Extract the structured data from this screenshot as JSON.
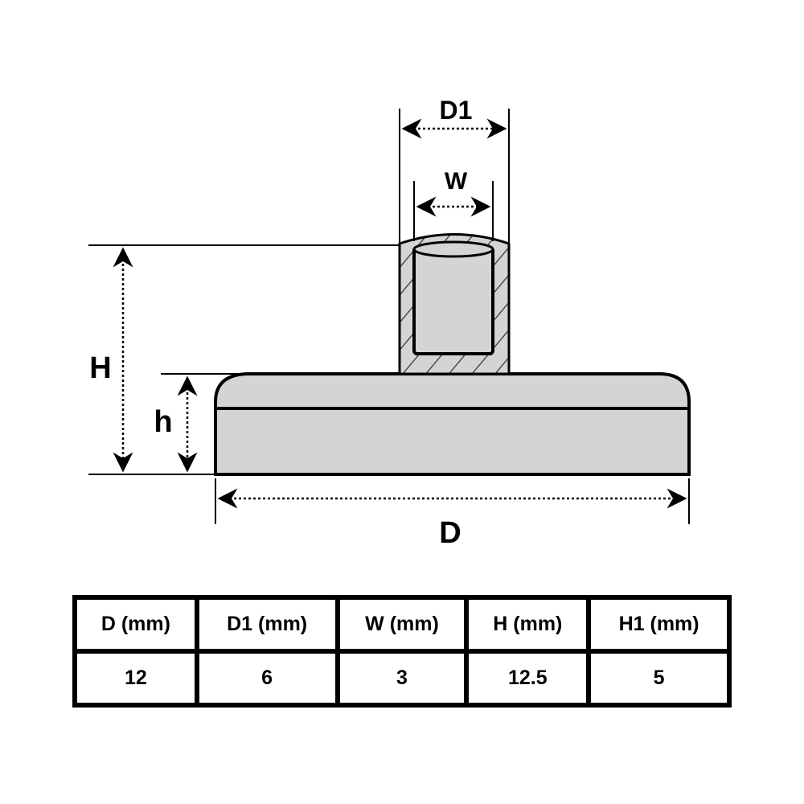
{
  "diagram": {
    "labels": {
      "D1": "D1",
      "W": "W",
      "H": "H",
      "h": "h",
      "D": "D"
    },
    "colors": {
      "fill": "#d4d4d4",
      "line": "#000000"
    }
  },
  "table": {
    "headers": [
      "D (mm)",
      "D1 (mm)",
      "W (mm)",
      "H (mm)",
      "H1 (mm)"
    ],
    "values": [
      "12",
      "6",
      "3",
      "12.5",
      "5"
    ]
  }
}
